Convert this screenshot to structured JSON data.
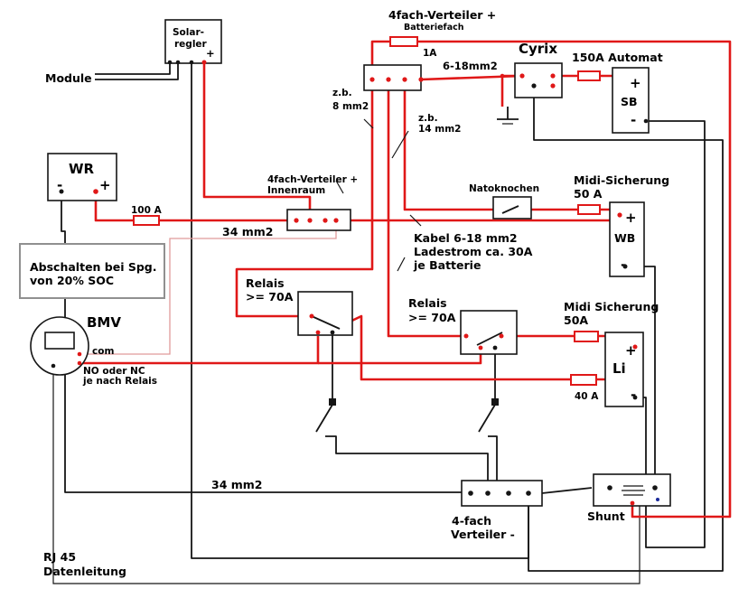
{
  "components": {
    "solar_controller": {
      "label_line1": "Solar-",
      "label_line2": "regler",
      "plus": "+"
    },
    "inverter": {
      "label": "WR",
      "minus": "-",
      "plus": "+"
    },
    "bmv": {
      "label": "BMV",
      "com": "com",
      "note_line1": "NO oder NC",
      "note_line2": "je nach Relais"
    },
    "starter_battery": {
      "label": "SB",
      "plus": "+",
      "minus": "-"
    },
    "work_battery": {
      "label": "WB",
      "plus": "+",
      "minus": "-"
    },
    "li_battery": {
      "label": "Li",
      "plus": "+",
      "minus": "-"
    },
    "cyrix": {
      "label": "Cyrix"
    },
    "shunt": {
      "label": "Shunt"
    },
    "automat": {
      "label": "150A Automat"
    }
  },
  "labels": {
    "module": "Module",
    "distributor_plus_battery_line1": "4fach-Verteiler +",
    "distributor_plus_battery_line2": "Batteriefach",
    "fuse_1a": "1A",
    "cable_6_18": "6-18mm2",
    "zb1": "z.b.",
    "zb1_size": "8 mm2",
    "zb2": "z.b.",
    "zb2_size": "14 mm2",
    "distributor_plus_interior_line1": "4fach-Verteiler +",
    "distributor_plus_interior_line2": "Innenraum",
    "fuse_100a": "100 A",
    "cable_34_top": "34 mm2",
    "natoknochen": "Natoknochen",
    "midi_50a_line1": "Midi-Sicherung",
    "midi_50a_line2": "50 A",
    "cable_note_line1": "Kabel 6-18 mm2",
    "cable_note_line2": "Ladestrom ca. 30A",
    "cable_note_line3": "je Batterie",
    "abschalten_line1": "Abschalten bei Spg.",
    "abschalten_line2": "von 20% SOC",
    "relais1_line1": "Relais",
    "relais1_line2": ">= 70A",
    "relais2_line1": "Relais",
    "relais2_line2": ">= 70A",
    "midi_li_line1": "Midi Sicherung",
    "midi_li_line2": "50A",
    "fuse_40a": "40 A",
    "cable_34_bottom": "34 mm2",
    "distributor_minus_line1": "4-fach",
    "distributor_minus_line2": "Verteiler -",
    "rj45_line1": "RJ 45",
    "rj45_line2": "Datenleitung"
  },
  "colors": {
    "positive_wire": "#e01818",
    "negative_wire": "#151515",
    "signal_wire": "#e09a9a",
    "background": "#ffffff"
  }
}
